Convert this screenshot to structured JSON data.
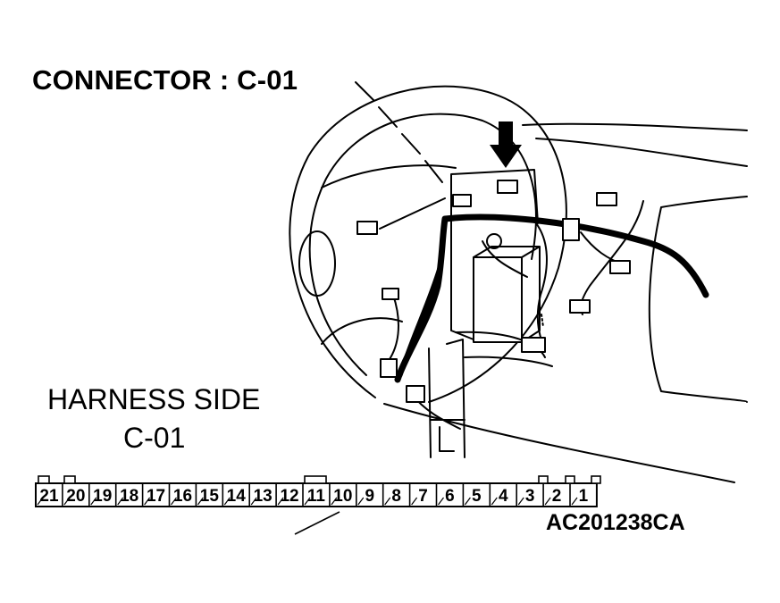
{
  "labels": {
    "connector_title": "CONNECTOR : C-01",
    "harness_side": "HARNESS SIDE",
    "harness_code": "C-01",
    "reference_code": "AC201238CA"
  },
  "connector": {
    "pins": [
      "21",
      "20",
      "19",
      "18",
      "17",
      "16",
      "15",
      "14",
      "13",
      "12",
      "11",
      "10",
      "9",
      "8",
      "7",
      "6",
      "5",
      "4",
      "3",
      "2",
      "1"
    ]
  },
  "colors": {
    "line": "#000000",
    "background": "#ffffff"
  }
}
